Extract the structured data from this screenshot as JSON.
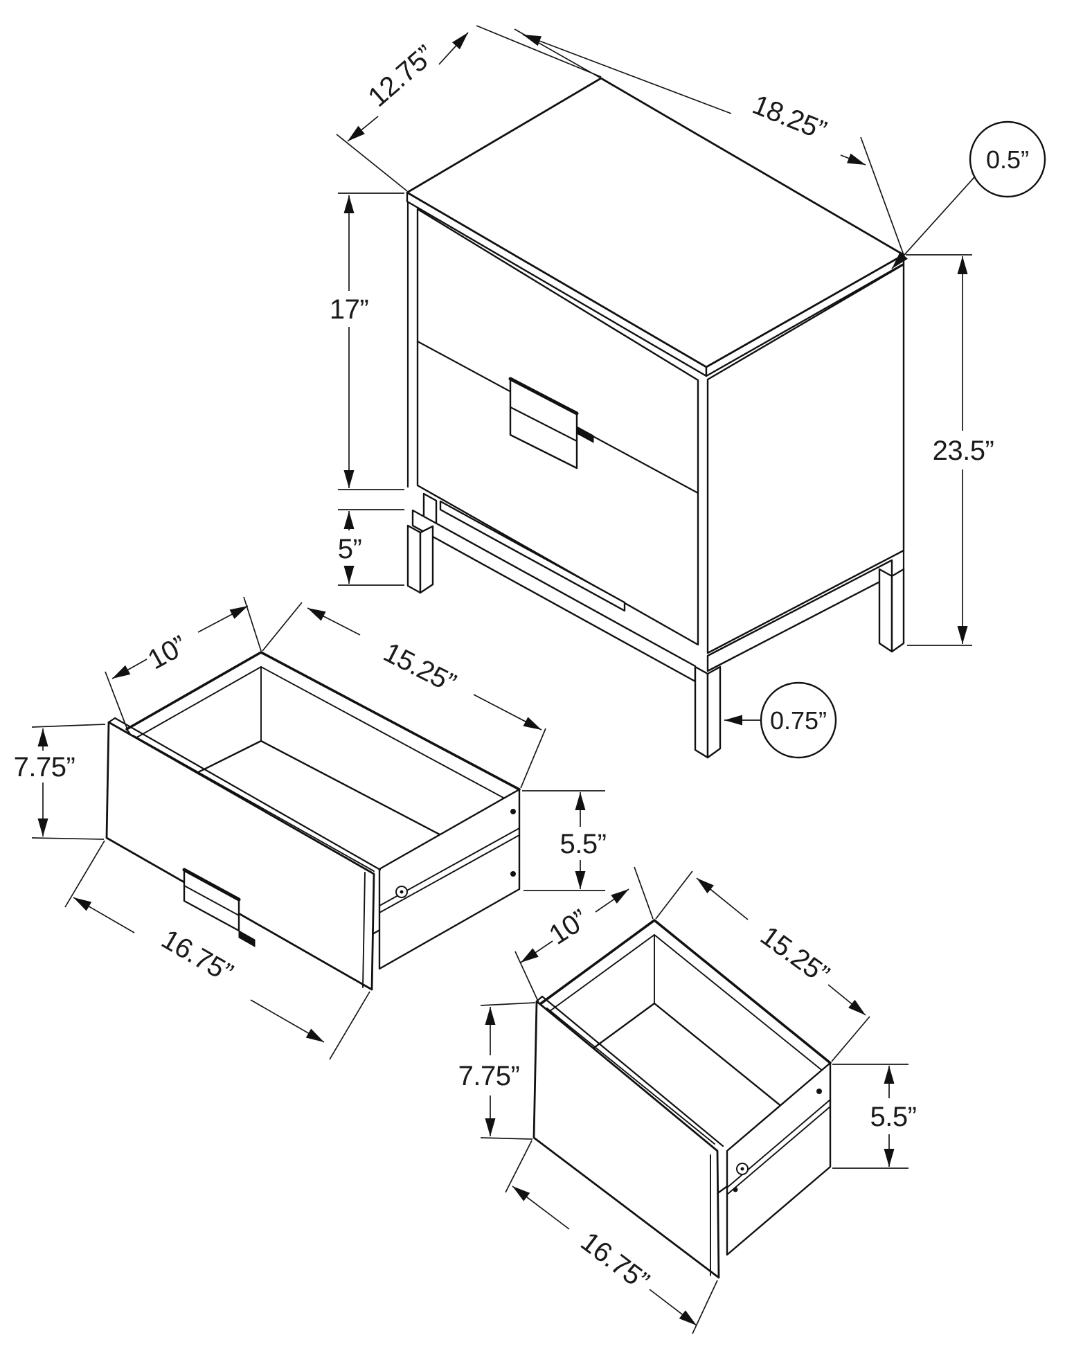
{
  "diagram": {
    "cabinet": {
      "top_depth": "12.75”",
      "top_width": "18.25”",
      "top_thickness": "0.5”",
      "case_height": "17”",
      "base_height": "5”",
      "overall_height": "23.5”",
      "leg_thickness": "0.75”"
    },
    "drawer_left": {
      "depth": "10”",
      "top_width": "15.25”",
      "front_height": "7.75”",
      "side_height": "5.5”",
      "front_width": "16.75”"
    },
    "drawer_right": {
      "depth": "10”",
      "top_width": "15.25”",
      "front_height": "7.75”",
      "side_height": "5.5”",
      "front_width": "16.75”"
    }
  }
}
